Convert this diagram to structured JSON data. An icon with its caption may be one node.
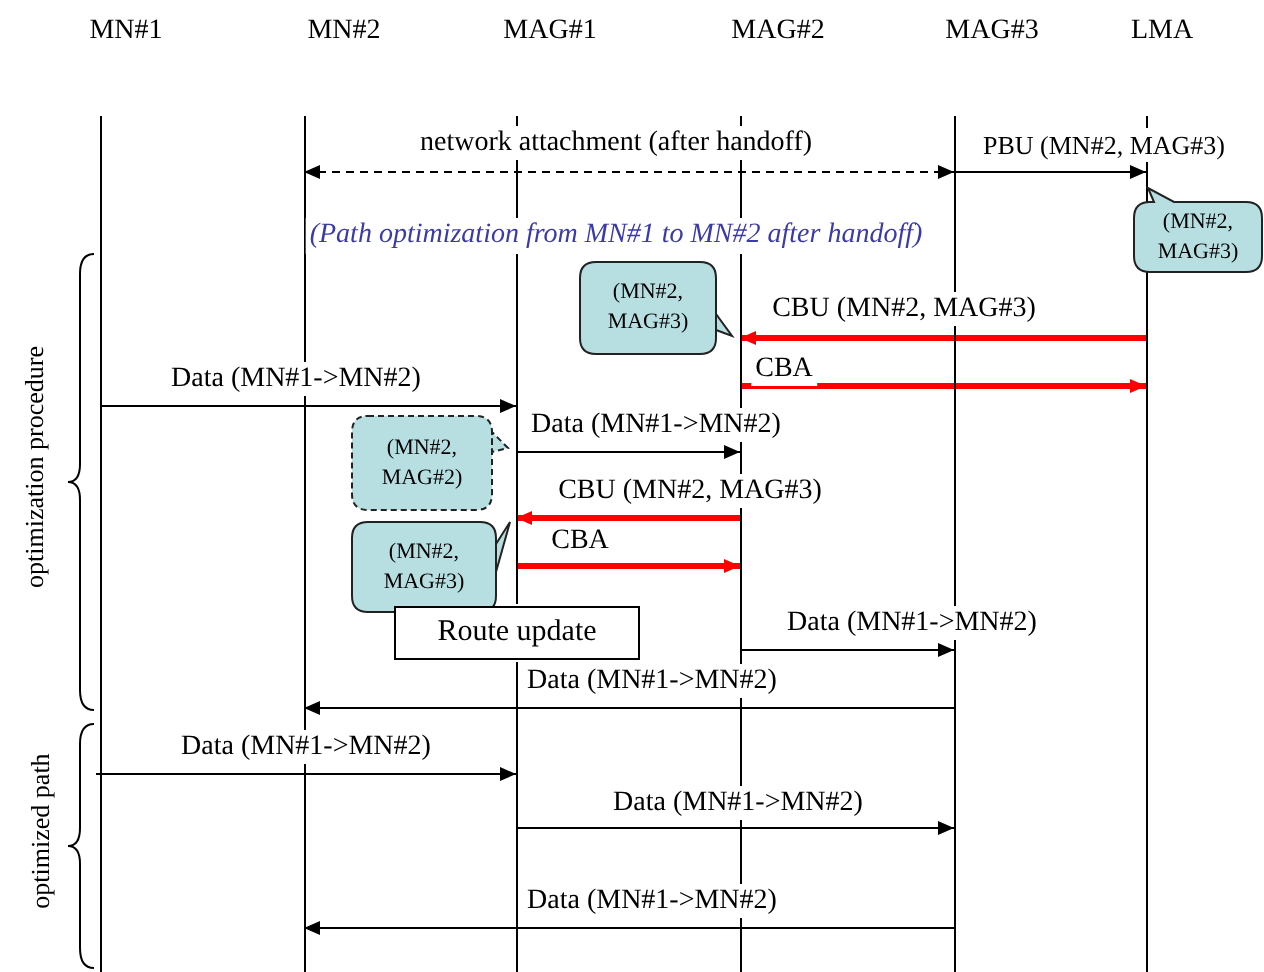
{
  "diagram": {
    "nodes": [
      {
        "text": [
          "MN#1"
        ]
      },
      {
        "text": [
          "MN#2"
        ]
      },
      {
        "text": [
          "MAG#1"
        ]
      },
      {
        "text": [
          "MAG#2"
        ]
      },
      {
        "text": [
          "MAG#3"
        ]
      },
      {
        "text": [
          "LMA"
        ]
      },
      {
        "text": [
          "(MN#2, MAG#3)"
        ]
      },
      {
        "text": [
          "(MN#2, MAG#3)"
        ]
      },
      {
        "text": [
          "(MN#2, MAG#2)"
        ]
      },
      {
        "text": [
          "(MN#2, MAG#3)"
        ]
      },
      {
        "text": [
          "Route update"
        ]
      }
    ],
    "edges": [
      {
        "from": 1,
        "to": 4,
        "arrow": "both",
        "label": "network attachment (after handoff)",
        "style": "dashed"
      },
      {
        "from": 4,
        "to": 5,
        "arrow": "to",
        "label": "PBU (MN#2, MAG#3)"
      },
      {
        "from": 5,
        "to": 3,
        "arrow": "to",
        "label": "CBU (MN#2, MAG#3)",
        "style": "thick",
        "color": "#ff0000"
      },
      {
        "from": 3,
        "to": 5,
        "arrow": "to",
        "label": "CBA",
        "style": "thick",
        "color": "#ff0000"
      },
      {
        "from": 0,
        "to": 2,
        "arrow": "to",
        "label": "Data (MN#1->MN#2)"
      },
      {
        "from": 2,
        "to": 3,
        "arrow": "to",
        "label": "Data (MN#1->MN#2)"
      },
      {
        "from": 3,
        "to": 2,
        "arrow": "to",
        "label": "CBU (MN#2, MAG#3)",
        "style": "thick",
        "color": "#ff0000"
      },
      {
        "from": 2,
        "to": 3,
        "arrow": "to",
        "label": "CBA",
        "style": "thick",
        "color": "#ff0000"
      },
      {
        "from": 3,
        "to": 4,
        "arrow": "to",
        "label": "Data (MN#1->MN#2)"
      },
      {
        "from": 4,
        "to": 1,
        "arrow": "to",
        "label": "Data (MN#1->MN#2)"
      },
      {
        "from": 0,
        "to": 2,
        "arrow": "to",
        "label": "Data (MN#1->MN#2)"
      },
      {
        "from": 2,
        "to": 4,
        "arrow": "to",
        "label": "Data (MN#1->MN#2)"
      },
      {
        "from": 4,
        "to": 1,
        "arrow": "to",
        "label": "Data (MN#1->MN#2)"
      }
    ],
    "labels": [
      "(Path optimization from MN#1 to MN#2 after handoff)",
      "optimization procedure",
      "optimized path"
    ]
  }
}
